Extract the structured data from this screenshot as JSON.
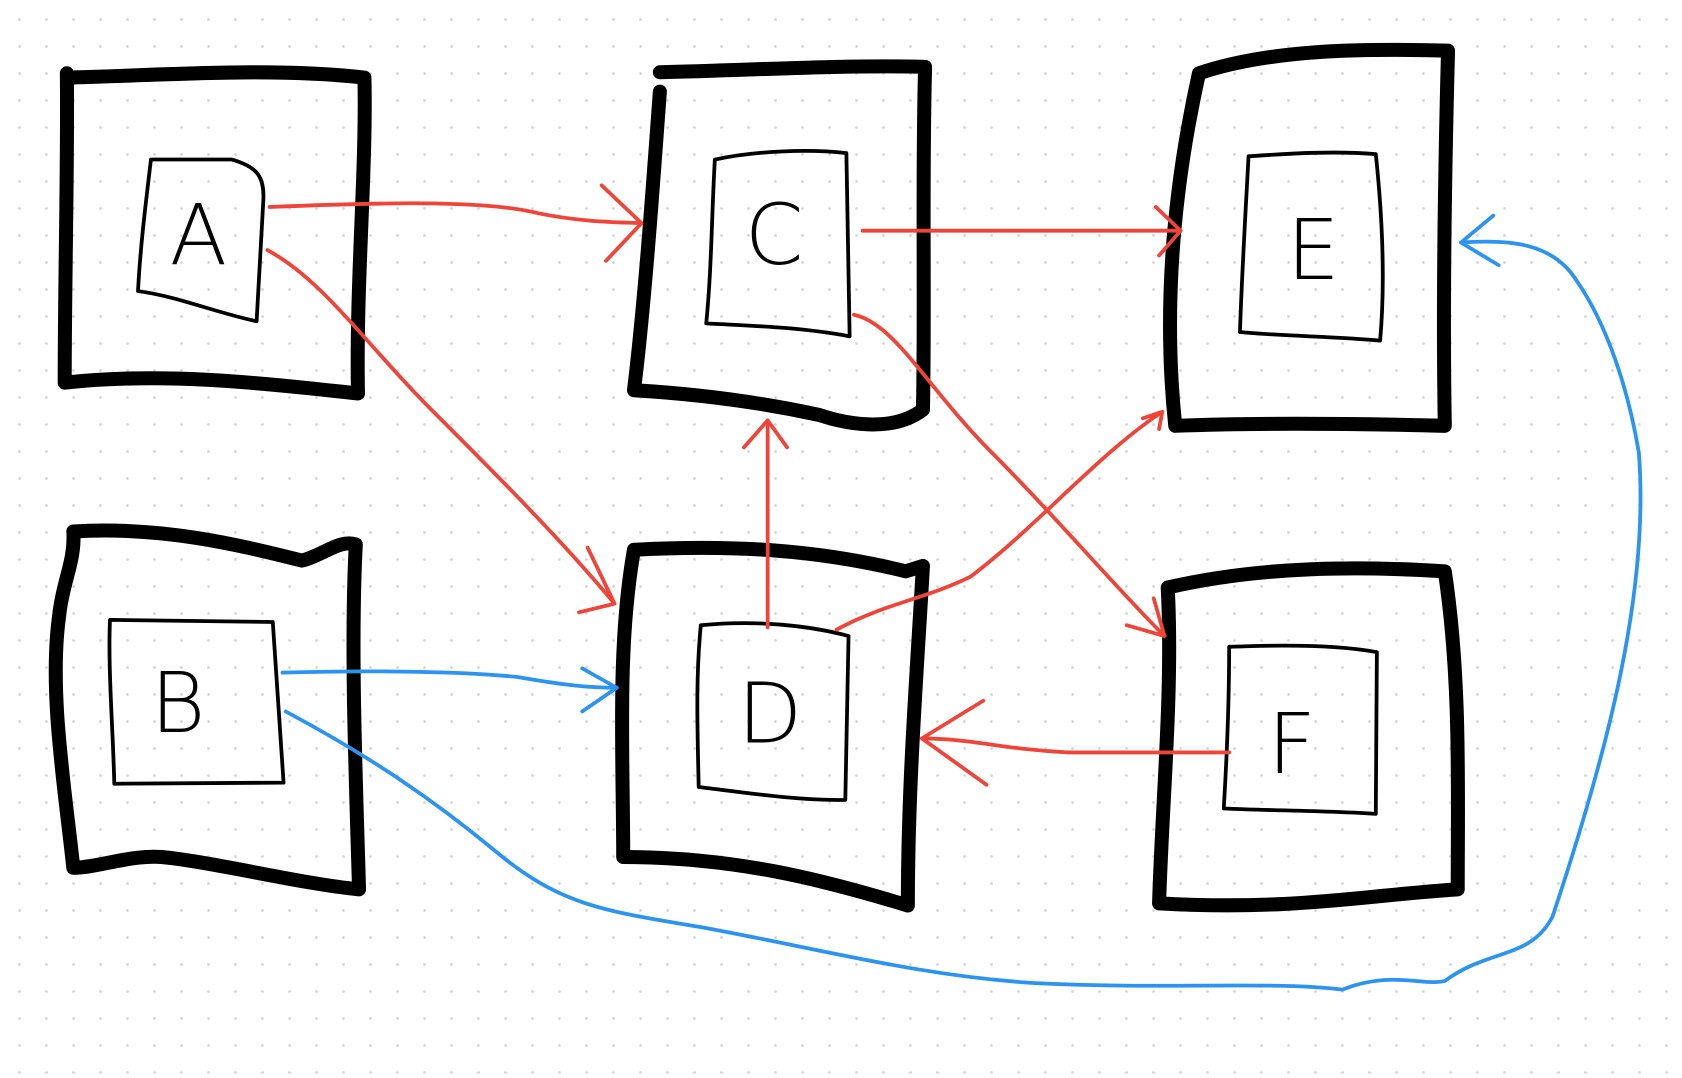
{
  "diagram": {
    "nodes": [
      {
        "id": "A",
        "label": "A"
      },
      {
        "id": "B",
        "label": "B"
      },
      {
        "id": "C",
        "label": "C"
      },
      {
        "id": "D",
        "label": "D"
      },
      {
        "id": "E",
        "label": "E"
      },
      {
        "id": "F",
        "label": "F"
      }
    ],
    "edges": [
      {
        "from": "A",
        "to": "C",
        "color": "#f04438"
      },
      {
        "from": "A",
        "to": "D",
        "color": "#f04438"
      },
      {
        "from": "C",
        "to": "E",
        "color": "#f04438"
      },
      {
        "from": "C",
        "to": "F",
        "color": "#f04438"
      },
      {
        "from": "D",
        "to": "C",
        "color": "#f04438"
      },
      {
        "from": "D",
        "to": "E",
        "color": "#f04438"
      },
      {
        "from": "F",
        "to": "D",
        "color": "#f04438"
      },
      {
        "from": "B",
        "to": "D",
        "color": "#2b93f0"
      },
      {
        "from": "B",
        "to": "E",
        "color": "#2b93f0"
      }
    ],
    "colors": {
      "red": "#f04438",
      "blue": "#2b93f0",
      "box": "#000000"
    }
  }
}
